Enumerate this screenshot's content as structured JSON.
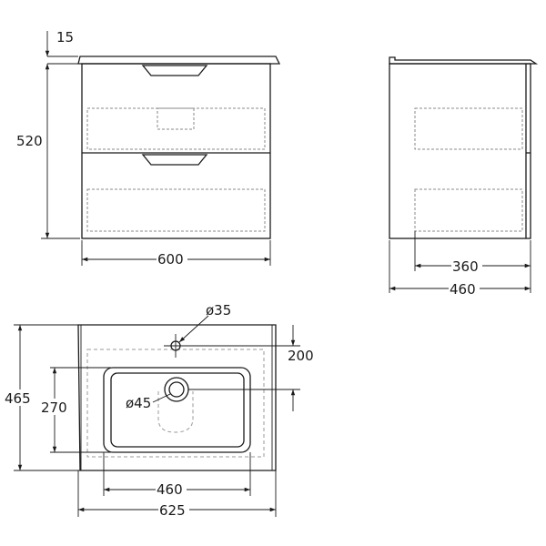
{
  "dimensions": {
    "top_thickness": "15",
    "cabinet_height": "520",
    "cabinet_width": "600",
    "side_inner_depth": "360",
    "side_total_depth": "460",
    "basin_drain_diameter": "ø35",
    "tap_offset": "200",
    "overall_depth": "465",
    "basin_depth": "270",
    "drain_diameter": "ø45",
    "basin_width": "460",
    "overall_width": "625"
  }
}
